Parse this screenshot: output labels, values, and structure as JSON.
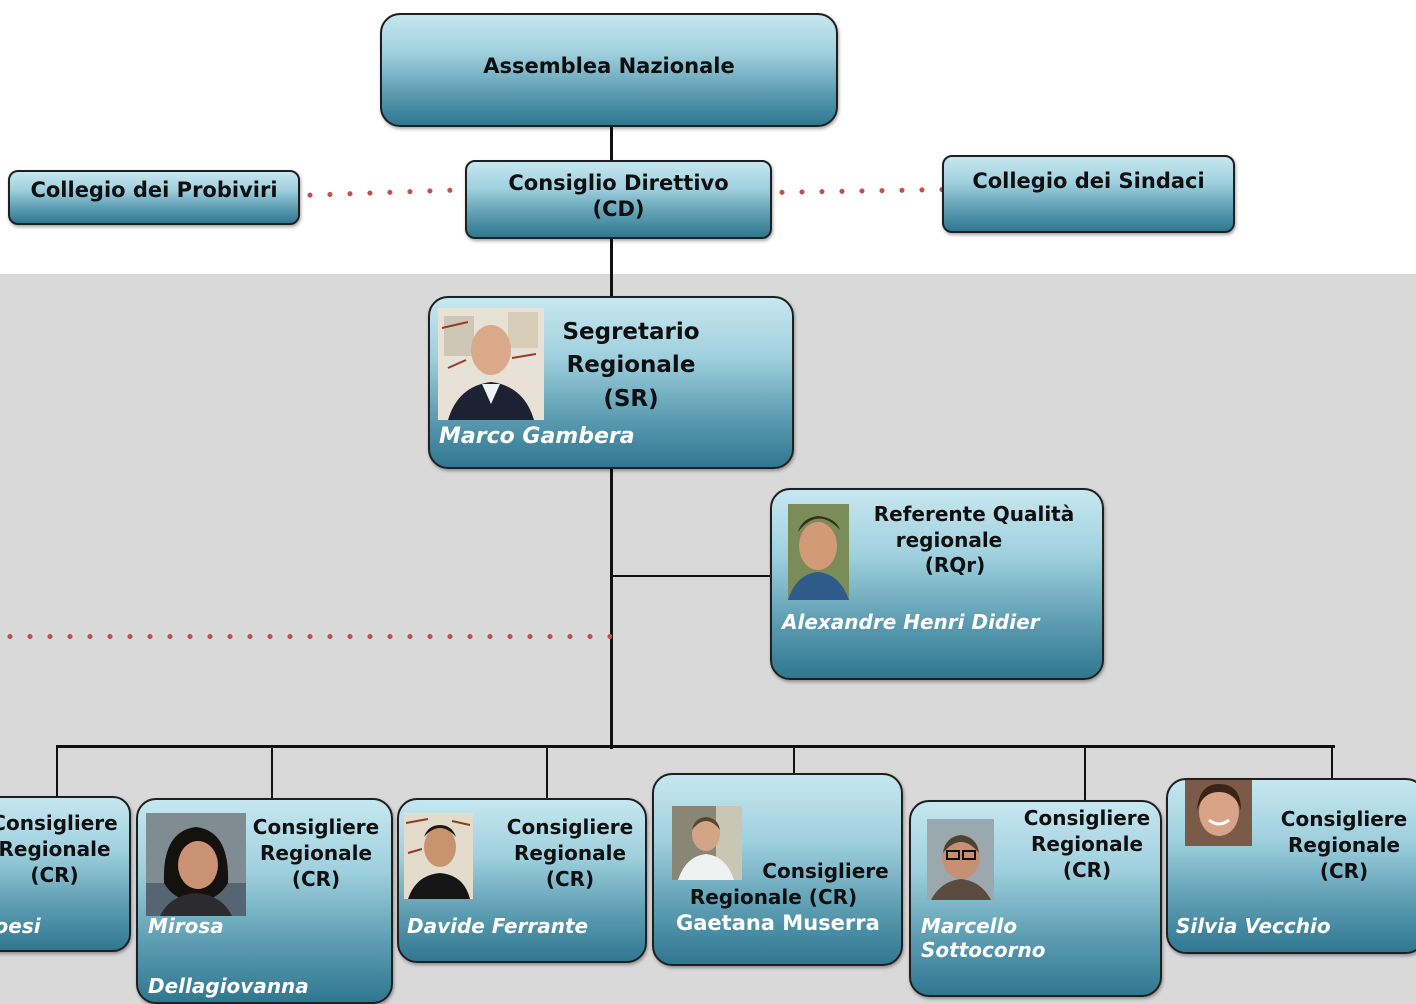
{
  "top": {
    "assemblea": "Assemblea Nazionale",
    "consiglio_line1": "Consiglio Direttivo",
    "consiglio_line2": "(CD)",
    "probiviri": "Collegio dei Probiviri",
    "sindaci": "Collegio dei Sindaci"
  },
  "segretario": {
    "title_line1": "Segretario",
    "title_line2": "Regionale",
    "title_line3": "(SR)",
    "name": "Marco Gambera"
  },
  "referente": {
    "title_line1": "Referente Qualità",
    "title_line2": "regionale",
    "title_line3": "(RQr)",
    "name": "Alexandre Henri Didier"
  },
  "consiglieri": [
    {
      "title_line1": "Consigliere",
      "title_line2": "Regionale",
      "title_line3": "(CR)",
      "name_line1": "Croesi"
    },
    {
      "title_line1": "Consigliere",
      "title_line2": "Regionale",
      "title_line3": "(CR)",
      "name_line1": "Mirosa",
      "name_line2": "Dellagiovanna"
    },
    {
      "title_line1": "Consigliere",
      "title_line2": "Regionale",
      "title_line3": "(CR)",
      "name_line1": "Davide Ferrante"
    },
    {
      "title_line1": "Consigliere",
      "title_line2": "Regionale (CR)",
      "name_line1": "Gaetana Muserra"
    },
    {
      "title_line1": "Consigliere",
      "title_line2": "Regionale",
      "title_line3": "(CR)",
      "name_line1": "Marcello",
      "name_line2": "Sottocorno"
    },
    {
      "title_line1": "Consigliere",
      "title_line2": "Regionale",
      "title_line3": "(CR)",
      "name_line1": "Silvia Vecchio"
    }
  ],
  "colors": {
    "dotted_line": "#c0504d",
    "box_top": "#c6e7f0",
    "box_bottom": "#2f7790",
    "band": "#d9d9d9"
  }
}
